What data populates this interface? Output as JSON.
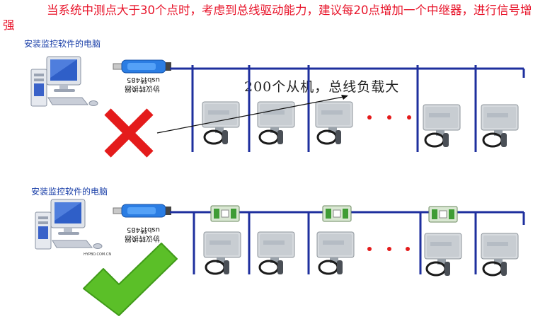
{
  "heading": "当系统中测点大于30个点时，考虑到总线驱动能力，建议每20点增加一个中继器，进行信号增强",
  "top": {
    "pc_label": "安装监控软件的电脑",
    "converter_label_line1": "协议转换器",
    "converter_label_line2": "usb转485",
    "load_label": "200个从机，总线负载大"
  },
  "bottom": {
    "pc_label": "安装监控软件的电脑",
    "converter_label_line1": "协议转换器",
    "converter_label_line2": "usb转485",
    "url": "HYPBO.COM.CN"
  },
  "colors": {
    "bus": "#1e2f9e",
    "cross": "#e41b1b",
    "check": "#5bbf28",
    "heading": "#e8142a"
  }
}
